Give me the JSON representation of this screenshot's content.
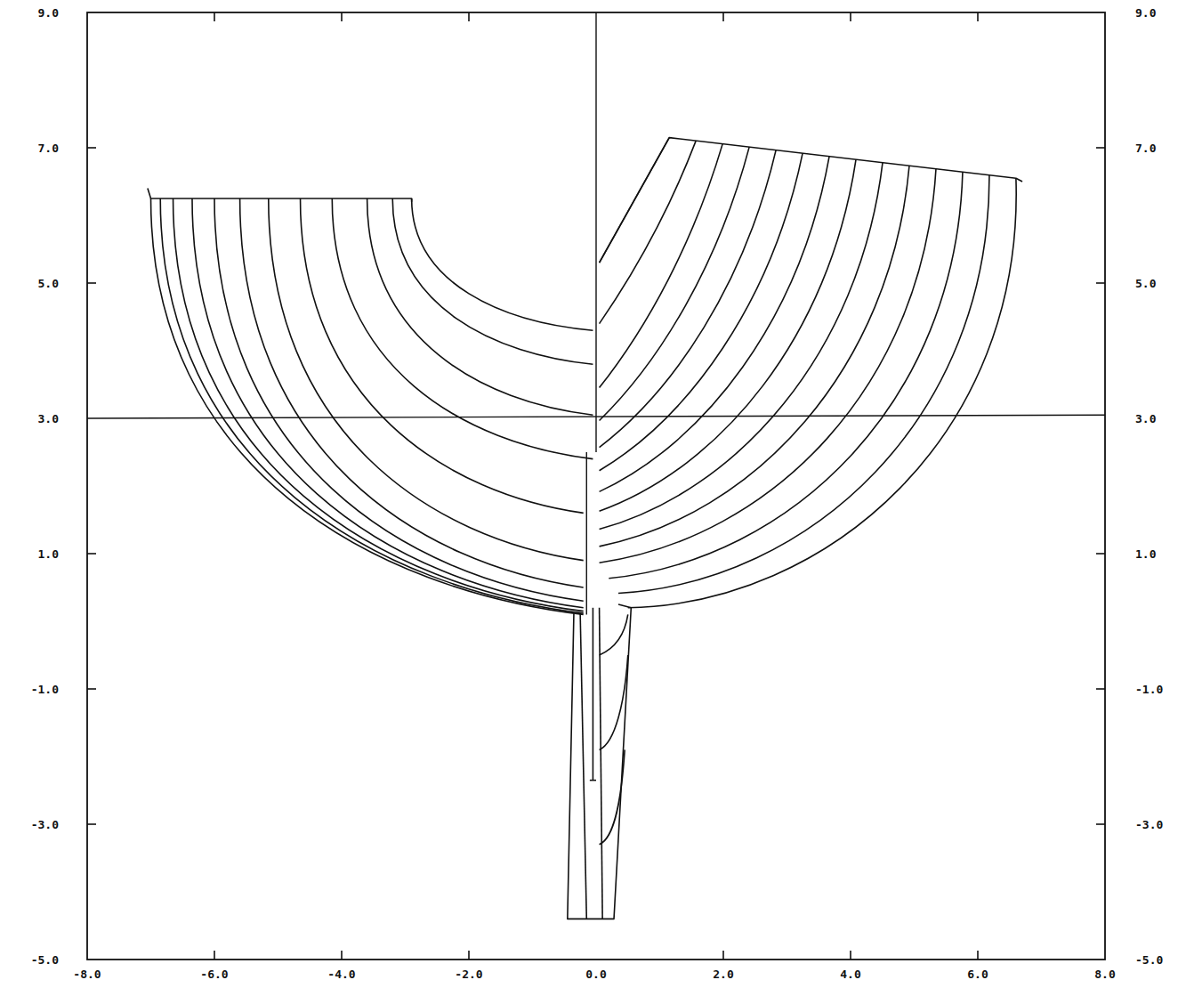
{
  "diagram": {
    "labels": [
      "9.0",
      "7.0",
      "5.0",
      "3.0",
      "1.0",
      "-1.0",
      "-3.0",
      "-5.0",
      "9.0",
      "7.0",
      "5.0",
      "3.0",
      "1.0",
      "-1.0",
      "-3.0",
      "-5.0",
      "-8.0",
      "-6.0",
      "-4.0",
      "-2.0",
      "0.0",
      "2.0",
      "4.0",
      "6.0",
      "8.0"
    ]
  }
}
